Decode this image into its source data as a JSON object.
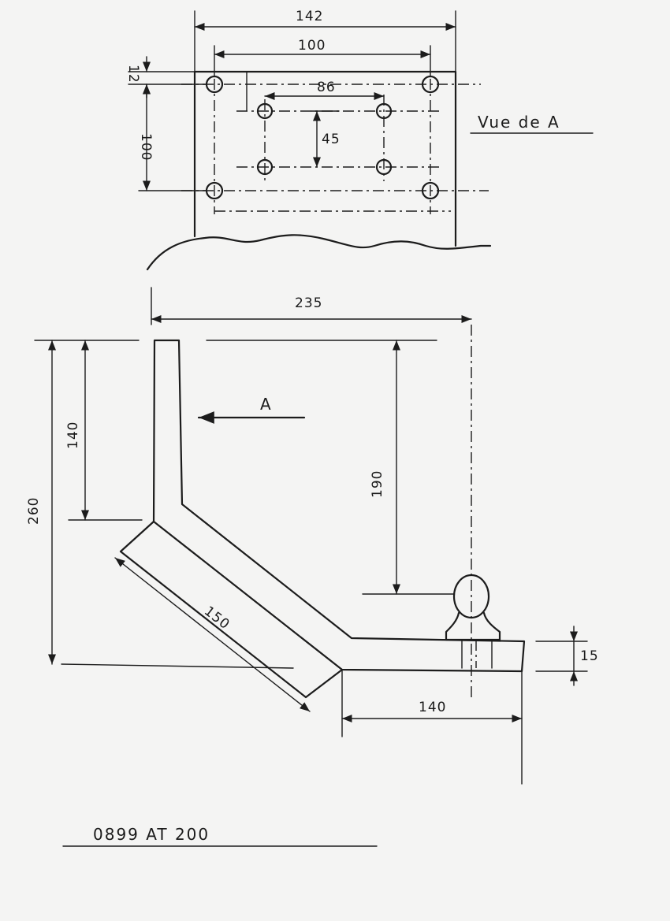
{
  "view_a": {
    "title": "Vue de A",
    "dims": {
      "overall_width": "142",
      "outer_hole_spacing": "100",
      "edge_offset": "12",
      "outer_vertical": "100",
      "inner_hole_spacing": "86",
      "inner_vertical": "45"
    }
  },
  "side_view": {
    "direction_label": "A",
    "dims": {
      "overall_length": "235",
      "total_height": "260",
      "upper_height": "140",
      "ball_drop": "190",
      "diagonal": "150",
      "foot_length": "140",
      "plate_thickness": "15"
    }
  },
  "reference": "0899 AT 200"
}
